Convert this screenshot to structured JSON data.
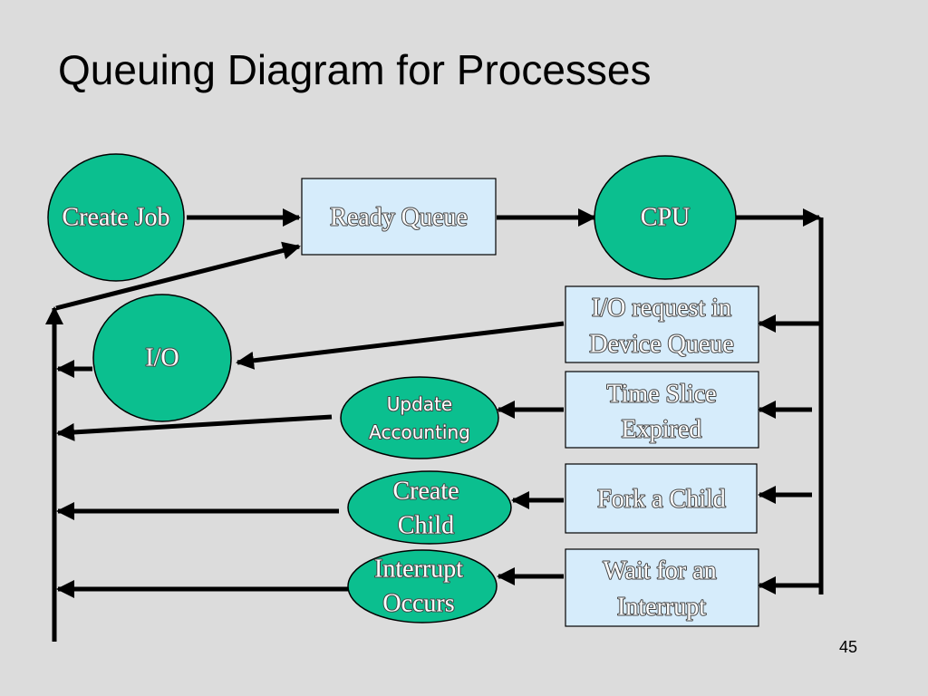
{
  "slide": {
    "title": "Queuing Diagram for Processes",
    "page_number": "45"
  },
  "nodes": {
    "create_job": "Create Job",
    "ready_queue": "Ready Queue",
    "cpu": "CPU",
    "io": "I/O",
    "io_request": [
      "I/O request in",
      "Device Queue"
    ],
    "time_slice": [
      "Time Slice",
      "Expired"
    ],
    "fork_child": "Fork a Child",
    "wait_interrupt": [
      "Wait for an",
      "Interrupt"
    ],
    "update_accounting": [
      "Update",
      "Accounting"
    ],
    "create_child": [
      "Create",
      "Child"
    ],
    "interrupt_occurs": [
      "Interrupt",
      "Occurs"
    ]
  },
  "colors": {
    "background": "#dcdcdc",
    "circle_fill": "#0bbf8f",
    "box_fill": "#d6ecfb",
    "line": "#000000"
  }
}
